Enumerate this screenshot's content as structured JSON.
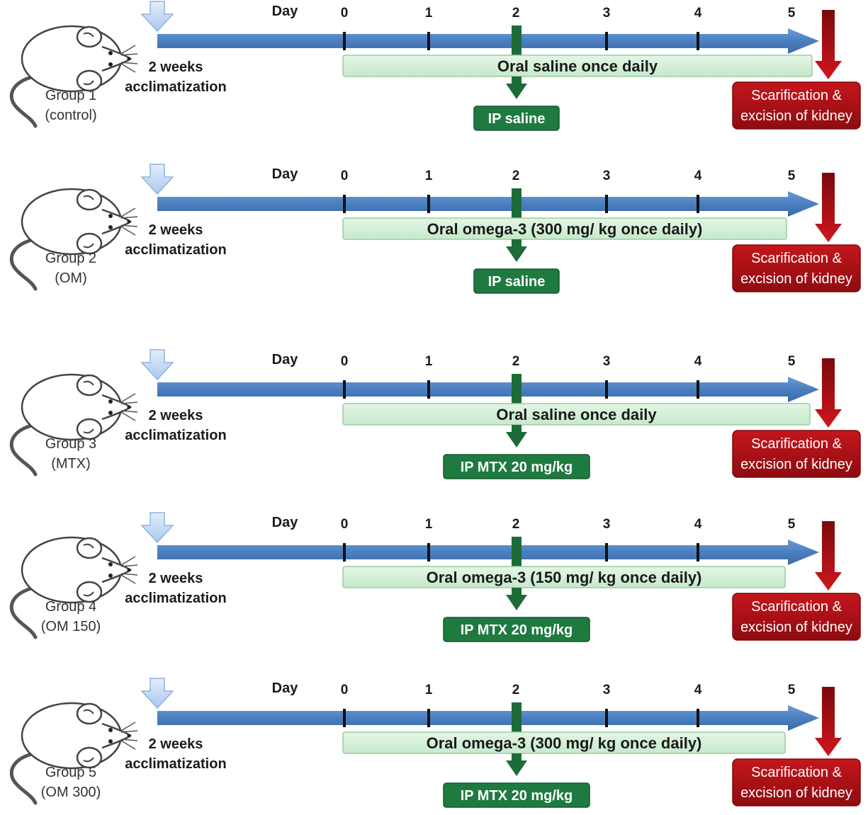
{
  "day_label": "Day",
  "day_ticks": [
    "0",
    "1",
    "2",
    "3",
    "4",
    "5"
  ],
  "colors": {
    "timeline": "#4a7fbf",
    "oral_fill": "#d3efd6",
    "oral_border": "#9dcba4",
    "ip_fill": "#1f7a40",
    "marker": "#1d6b39",
    "scar_fill": "#b31217",
    "scar_arrow": "#c0141b",
    "accl_arrow": "#b9d3f2"
  },
  "groups": [
    {
      "group_name": "Group 1",
      "group_desc": "(control)",
      "accl_line1": "2 weeks",
      "accl_line2": "acclimatization",
      "oral_text": "Oral saline once daily",
      "ip_text": "IP saline",
      "scar_line1": "Scarification &",
      "scar_line2": "excision of kidney"
    },
    {
      "group_name": "Group 2",
      "group_desc": "(OM)",
      "accl_line1": "2 weeks",
      "accl_line2": "acclimatization",
      "oral_text": "Oral omega-3 (300 mg/ kg once daily)",
      "ip_text": "IP saline",
      "scar_line1": "Scarification &",
      "scar_line2": "excision of kidney"
    },
    {
      "group_name": "Group 3",
      "group_desc": "(MTX)",
      "accl_line1": "2 weeks",
      "accl_line2": "acclimatization",
      "oral_text": "Oral saline once daily",
      "ip_text": "IP MTX 20 mg/kg",
      "scar_line1": "Scarification &",
      "scar_line2": "excision of kidney"
    },
    {
      "group_name": "Group 4",
      "group_desc": "(OM 150)",
      "accl_line1": "2 weeks",
      "accl_line2": "acclimatization",
      "oral_text": "Oral omega-3 (150 mg/ kg once daily)",
      "ip_text": "IP MTX 20 mg/kg",
      "scar_line1": "Scarification &",
      "scar_line2": "excision of kidney"
    },
    {
      "group_name": "Group 5",
      "group_desc": "(OM 300)",
      "accl_line1": "2 weeks",
      "accl_line2": "acclimatization",
      "oral_text": "Oral omega-3 (300 mg/ kg once daily)",
      "ip_text": "IP MTX 20 mg/kg",
      "scar_line1": "Scarification &",
      "scar_line2": "excision of kidney"
    }
  ]
}
